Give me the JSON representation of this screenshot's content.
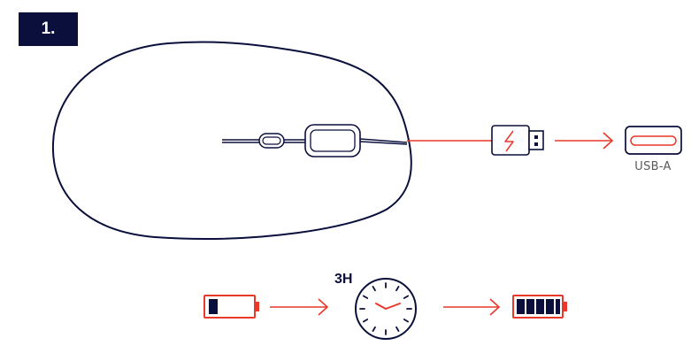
{
  "step": {
    "number": "1."
  },
  "port": {
    "label": "USB-A"
  },
  "charge": {
    "duration": "3H"
  },
  "colors": {
    "navy": "#0a0f3c",
    "accent": "#e8392a",
    "label_gray": "#5a5a5a"
  },
  "icons": [
    "mouse-outline",
    "usb-a-plug-icon",
    "usb-a-port-icon",
    "battery-low-icon",
    "clock-icon",
    "battery-full-icon",
    "arrow-right-icon"
  ]
}
